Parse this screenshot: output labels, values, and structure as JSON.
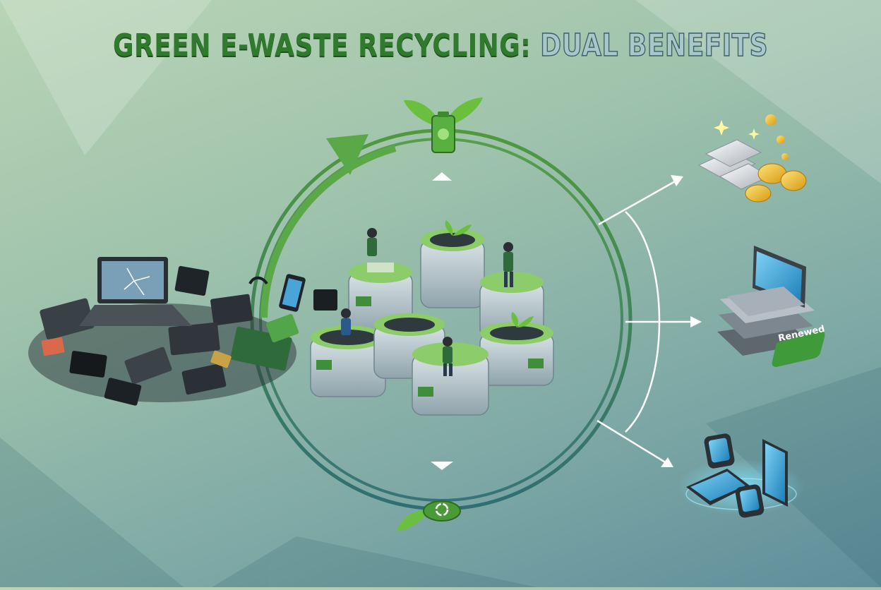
{
  "title": {
    "part1": "GREEN E-WASTE RECYCLING:",
    "part2": "DUAL BENEFITS"
  },
  "outputs": {
    "renewed_label": "Renewed"
  },
  "icons": {
    "cycle_top": "battery-leaf-icon",
    "cycle_bottom": "recycle-leaf-icon",
    "output_1": "precious-metals-coins-icon",
    "output_2": "renewed-laptops-icon",
    "output_3": "smart-devices-icon"
  },
  "colors": {
    "title_green": "#2f7a2c",
    "cycle_green": "#4f9a3f",
    "cycle_teal": "#2f6e73",
    "arrow_white": "#ffffff"
  }
}
